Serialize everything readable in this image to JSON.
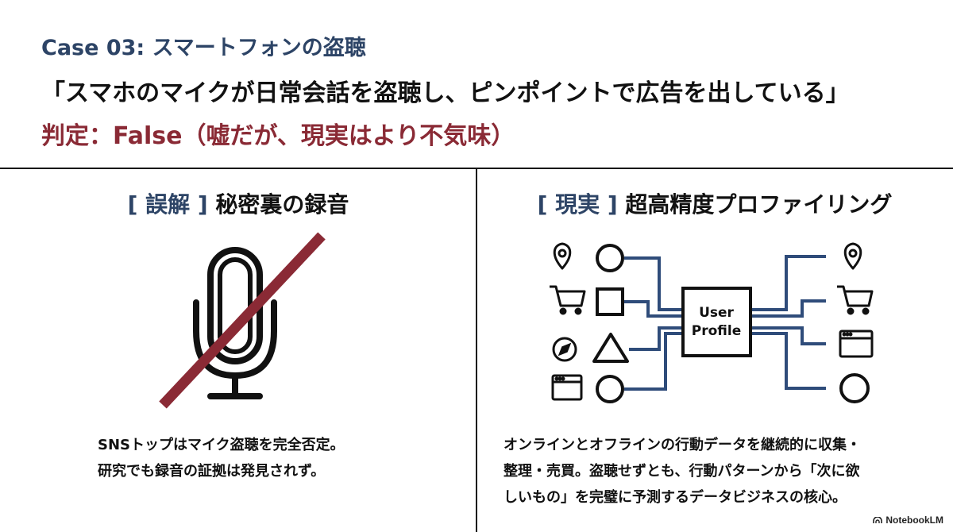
{
  "header": {
    "case_title": "Case 03: スマートフォンの盗聴",
    "quote": "「スマホのマイクが日常会話を盗聴し、ピンポイントで広告を出している」",
    "verdict": "判定：False（嘘だが、現実はより不気味）"
  },
  "left_panel": {
    "tag": "[ 誤解 ]",
    "heading": "秘密裏の録音",
    "icon": "microphone-crossed-out-icon",
    "text_lines": [
      "SNSトップはマイク盗聴を完全否定。",
      "研究でも録音の証拠は発見されず。"
    ]
  },
  "right_panel": {
    "tag": "[ 現実 ]",
    "heading": "超高精度プロファイリング",
    "diagram": {
      "center_label_lines": [
        "User",
        "Profile"
      ],
      "left_icons": [
        "location-pin-icon",
        "shopping-cart-icon",
        "compass-icon",
        "browser-window-icon"
      ],
      "left_shapes": [
        "circle",
        "square",
        "triangle",
        "circle"
      ],
      "right_icons": [
        "location-pin-icon",
        "shopping-cart-icon",
        "browser-window-icon"
      ],
      "right_shapes": [
        "circle"
      ]
    },
    "text_lines": [
      "オンラインとオフラインの行動データを継続的に収集・",
      "整理・売買。盗聴せずとも、行動パターンから「次に欲",
      "しいもの」を完璧に予測するデータビジネスの核心。"
    ]
  },
  "colors": {
    "navy": "#2d4466",
    "crimson": "#8a2a35",
    "line_blue": "#2f4c7a"
  },
  "footer": {
    "brand": "NotebookLM"
  }
}
